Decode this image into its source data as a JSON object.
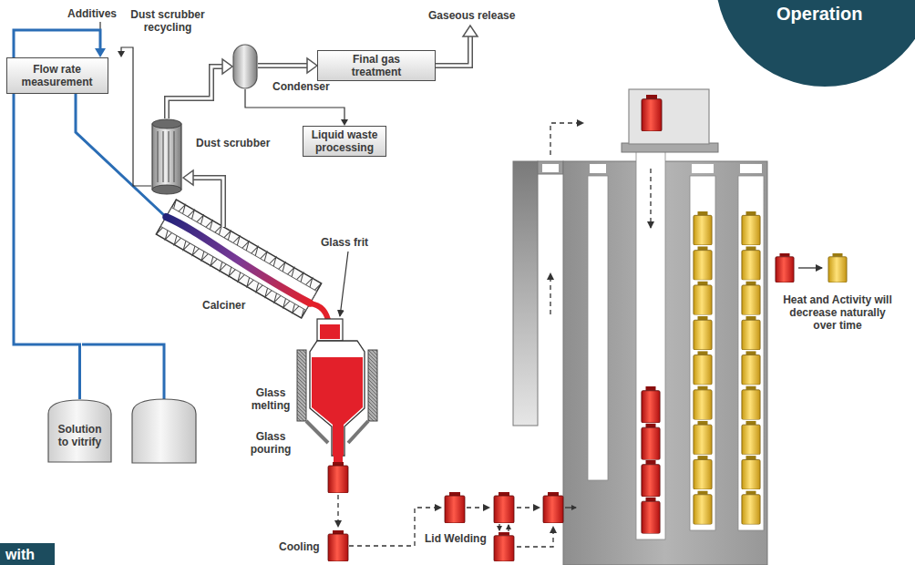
{
  "diagram": {
    "nodes": [
      {
        "text": [
          "Flow rate measurement"
        ]
      },
      {
        "text": [
          "Condenser"
        ]
      },
      {
        "text": [
          "Final gas treatment"
        ]
      },
      {
        "text": [
          "Liquid waste processing"
        ]
      },
      {
        "text": [
          "Dust scrubber"
        ]
      },
      {
        "text": [
          "Solution to vitrify"
        ]
      }
    ],
    "edges": [
      {
        "from": 5,
        "to": 0,
        "arrow": "to"
      },
      {
        "from": 4,
        "to": 0,
        "arrow": "to"
      },
      {
        "from": 4,
        "to": 1,
        "arrow": "to"
      },
      {
        "from": 1,
        "to": 2,
        "arrow": "to"
      },
      {
        "from": 1,
        "to": 3,
        "arrow": "to"
      }
    ],
    "labels": [
      "Operation",
      "Additives",
      "Dust scrubber recycling",
      "Gaseous release",
      "Glass frit",
      "Calciner",
      "Glass melting",
      "Glass pouring",
      "Lid Welding",
      "Cooling",
      "Heat and Activity will decrease naturally over time",
      "with"
    ]
  }
}
